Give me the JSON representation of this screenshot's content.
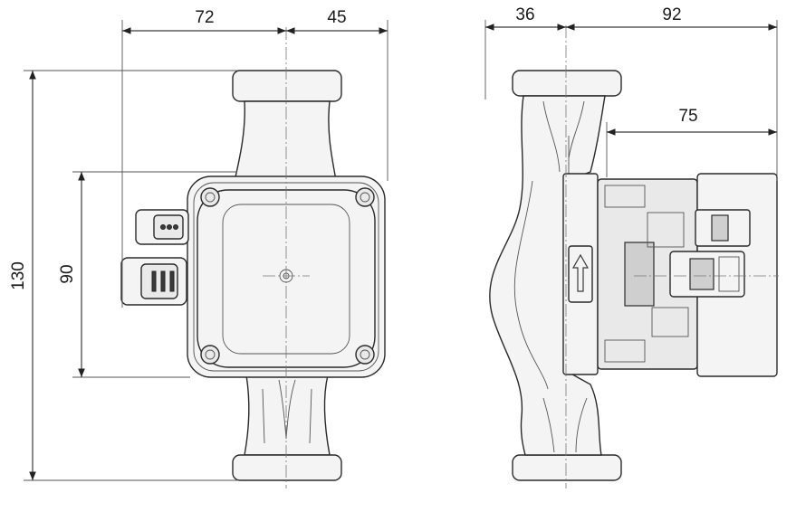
{
  "dimensions": {
    "front_width_left": "72",
    "front_width_right": "45",
    "front_height_total": "130",
    "front_height_head": "90",
    "side_width_left": "36",
    "side_width_right": "92",
    "side_motor_depth": "75"
  }
}
